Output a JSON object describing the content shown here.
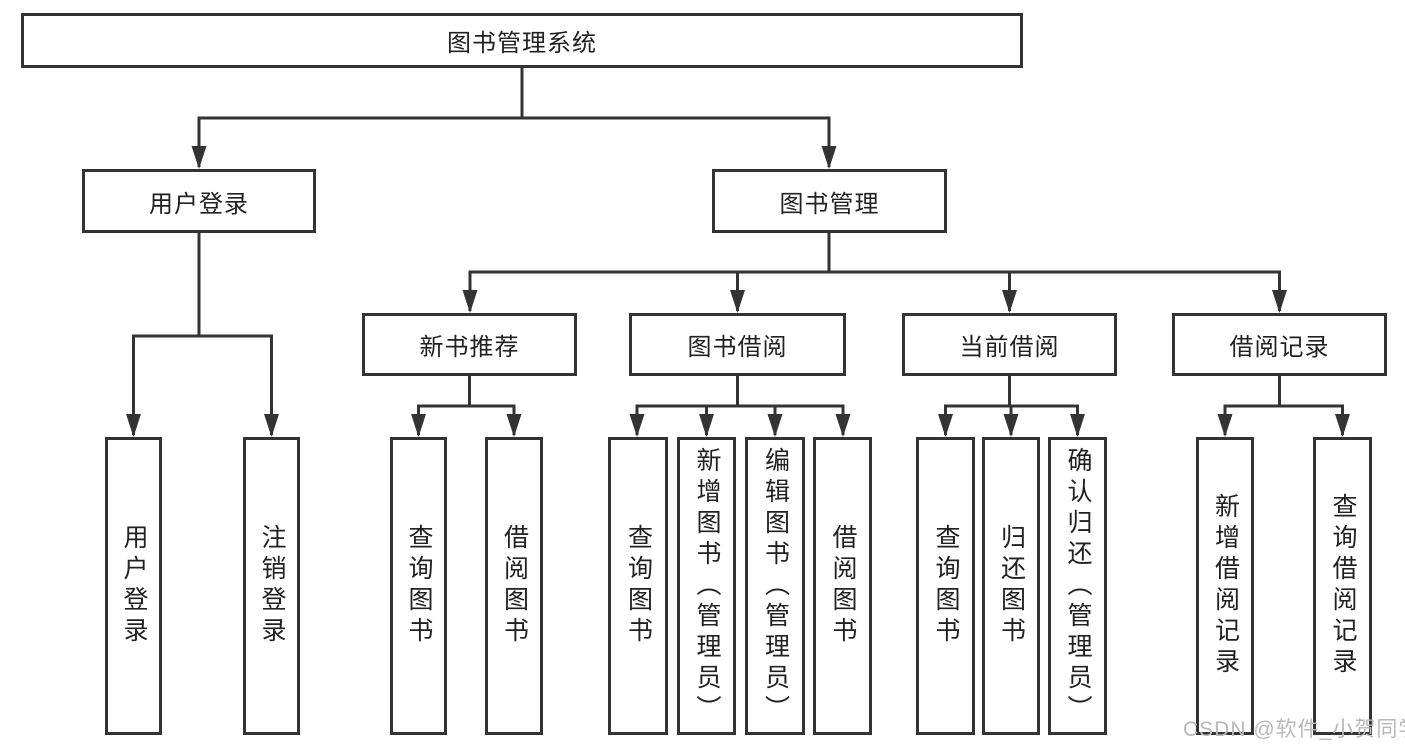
{
  "diagram": {
    "root": {
      "label": "图书管理系统"
    },
    "branches": [
      {
        "label": "用户登录",
        "children": [
          {
            "label": "用户登录"
          },
          {
            "label": "注销登录"
          }
        ]
      },
      {
        "label": "图书管理",
        "children": [
          {
            "label": "新书推荐",
            "children": [
              {
                "label": "查询图书"
              },
              {
                "label": "借阅图书"
              }
            ]
          },
          {
            "label": "图书借阅",
            "children": [
              {
                "label": "查询图书"
              },
              {
                "label": "新增图书（管理员）"
              },
              {
                "label": "编辑图书（管理员）"
              },
              {
                "label": "借阅图书"
              }
            ]
          },
          {
            "label": "当前借阅",
            "children": [
              {
                "label": "查询图书"
              },
              {
                "label": "归还图书"
              },
              {
                "label": "确认归还（管理员）"
              }
            ]
          },
          {
            "label": "借阅记录",
            "children": [
              {
                "label": "新增借阅记录"
              },
              {
                "label": "查询借阅记录"
              }
            ]
          }
        ]
      }
    ],
    "colors": {
      "line": "#333333",
      "box_border": "#333333",
      "text": "#212121",
      "watermark": "#b9b9b9",
      "background": "#ffffff"
    }
  },
  "watermark": {
    "text": "CSDN @软件_小贺同学"
  }
}
